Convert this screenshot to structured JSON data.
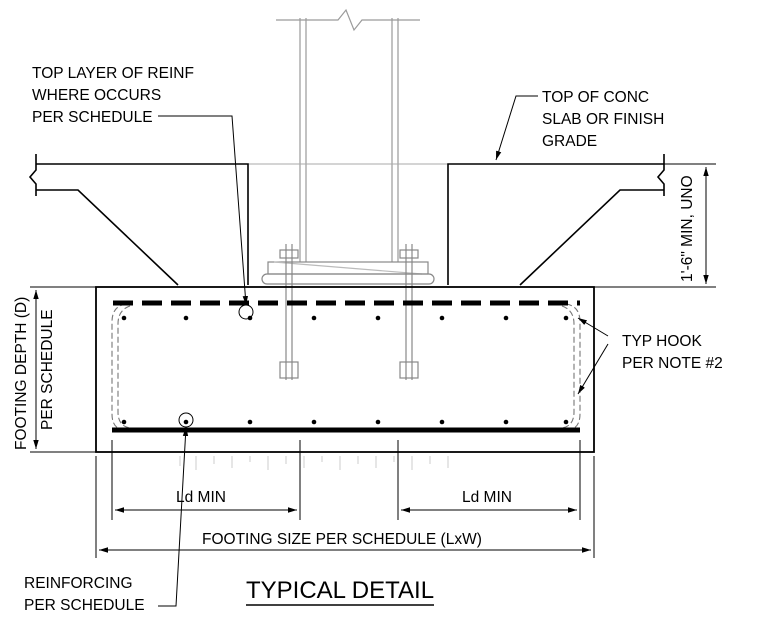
{
  "drawing": {
    "title": "TYPICAL DETAIL",
    "notes": {
      "top_reinf": [
        "TOP LAYER OF REINF",
        "WHERE OCCURS",
        "PER SCHEDULE"
      ],
      "top_of_conc": [
        "TOP OF CONC",
        "SLAB OR FINISH",
        "GRADE"
      ],
      "min_depth": "1'-6\" MIN, UNO",
      "typ_hook": [
        "TYP HOOK",
        "PER NOTE #2"
      ],
      "footing_depth": [
        "FOOTING DEPTH (D)",
        "PER SCHEDULE"
      ],
      "ld_left": "Ld MIN",
      "ld_right": "Ld MIN",
      "footing_size": "FOOTING SIZE PER SCHEDULE (LxW)",
      "reinforcing": [
        "REINFORCING",
        "PER SCHEDULE"
      ]
    }
  }
}
